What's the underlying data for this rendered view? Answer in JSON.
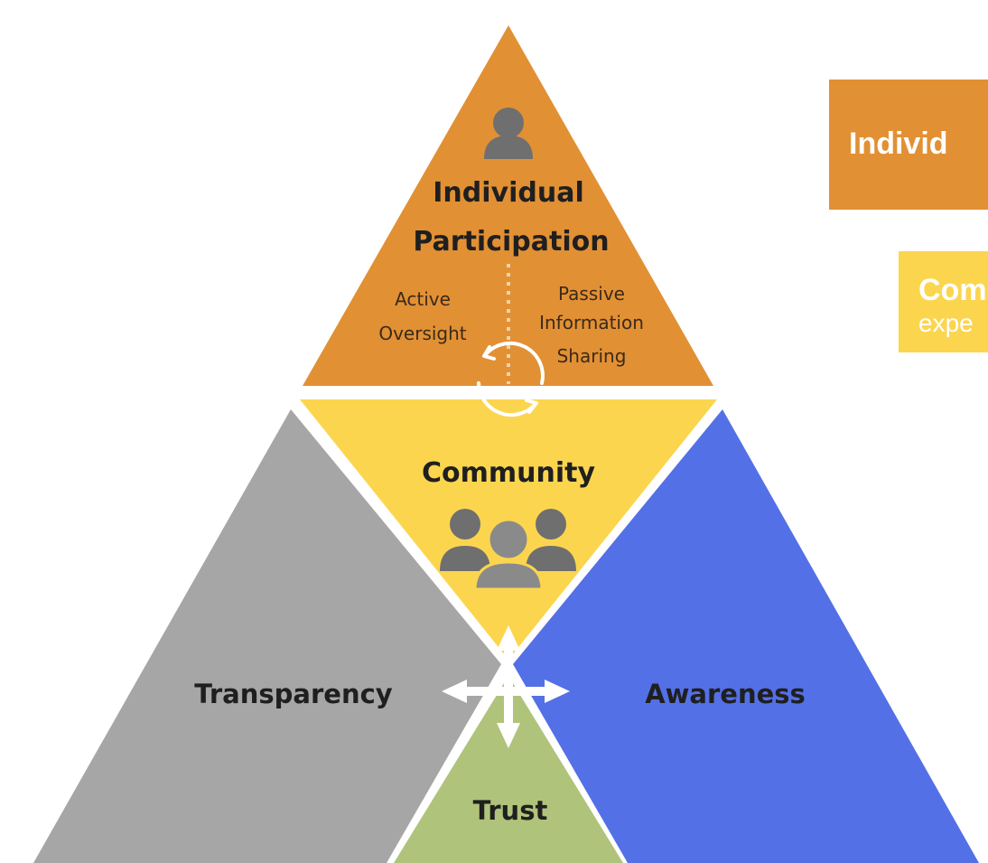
{
  "diagram": {
    "top": {
      "title_line1": "Individual",
      "title_line2": "Participation",
      "left_line1": "Active",
      "left_line2": "Oversight",
      "right_line1": "Passive",
      "right_line2": "Information",
      "right_line3": "Sharing"
    },
    "center": {
      "title": "Community"
    },
    "left": {
      "title": "Transparency"
    },
    "right": {
      "title": "Awareness"
    },
    "bottom": {
      "title": "Trust"
    }
  },
  "side_boxes": {
    "individual": {
      "title": "Individ"
    },
    "community": {
      "title": "Com",
      "body": "expe"
    }
  },
  "colors": {
    "individual": "#e29034",
    "community": "#fcd54f",
    "transparency": "#a6a6a6",
    "awareness": "#5470e6",
    "trust": "#b0c37b",
    "person_icon": "#6f6f6f",
    "person_icon_light": "#8a8a8a"
  }
}
